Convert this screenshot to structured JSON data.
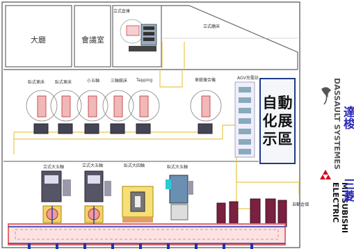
{
  "rooms": {
    "hall": "大廳",
    "meeting": "會議室",
    "warehouse": "立式倉庫",
    "loading_dock": "立式磨床"
  },
  "top_stations": [
    "臥式車床",
    "臥式車床",
    "小五軸",
    "三軸銑床",
    "Tapping",
    "車銑複合機"
  ],
  "agv_label": "AGV充電站",
  "showcase": [
    "自",
    "動",
    "化",
    "展",
    "示",
    "區"
  ],
  "lower_stations": [
    "立式大五軸",
    "立式大五軸",
    "臥式大四軸",
    "臥式大五軸"
  ],
  "auto_warehouse": "自動倉儲",
  "brands": {
    "dassault_cn": "達梭",
    "dassault_en": "DASSAULT SYSTEMES",
    "mitsubishi_cn": "三菱",
    "mitsubishi_en": "MITSUBISHI ELECTRIC"
  },
  "colors": {
    "conveyor": "#e86a6a",
    "rail_blue": "#2233aa",
    "path_yellow": "#e8c84a",
    "showcase_border": "#1f3c88"
  }
}
